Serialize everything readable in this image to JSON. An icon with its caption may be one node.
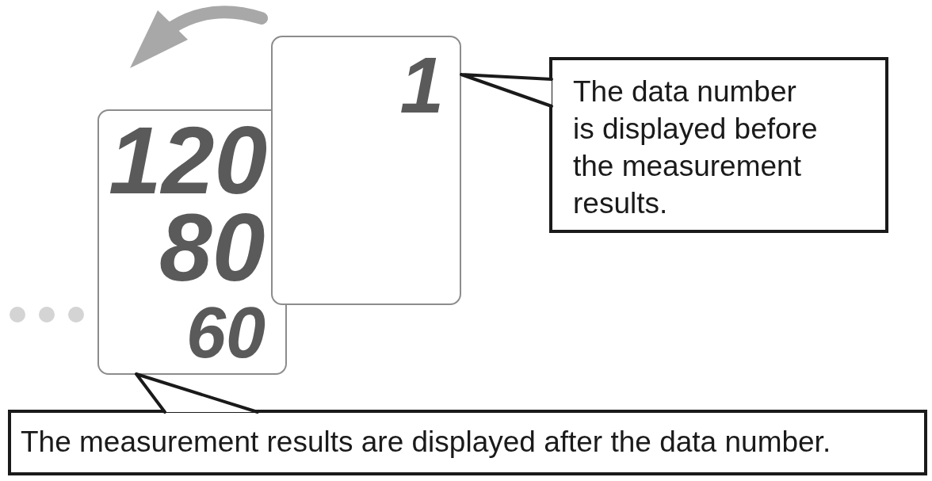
{
  "diagram": {
    "nodes": [
      {
        "text": [
          "120",
          "80",
          "60"
        ]
      },
      {
        "text": [
          "1"
        ]
      },
      {
        "text": [
          "The data number is displayed before the measurement results."
        ]
      },
      {
        "text": [
          "The measurement results are displayed after the data number."
        ]
      }
    ],
    "edges": [
      {
        "from": 2,
        "to": 1,
        "arrow": "none"
      },
      {
        "from": 3,
        "to": 0,
        "arrow": "none"
      }
    ]
  }
}
